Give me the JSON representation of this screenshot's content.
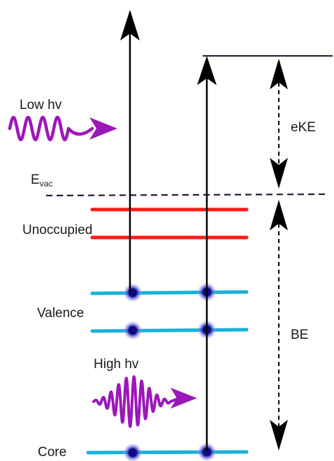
{
  "labels": {
    "low_hv": "Low hv",
    "high_hv": "High hv",
    "e_vac_main": "E",
    "e_vac_sub": "vac",
    "unoccupied": "Unoccupied",
    "valence": "Valence",
    "core": "Core",
    "eke": "eKE",
    "be": "BE"
  },
  "colors": {
    "unoccupied_level": "#ff1a1a",
    "occupied_level": "#1ab0d8",
    "electron": "#1a1aa0",
    "photon_wave": "#9b18b8",
    "arrow": "#000000",
    "vacuum_level": "#1a1a3a"
  },
  "icons": {
    "electron": "electron-dot-icon",
    "photon_low": "low-energy-photon-wave-icon",
    "photon_high": "high-energy-photon-wavepacket-icon"
  }
}
